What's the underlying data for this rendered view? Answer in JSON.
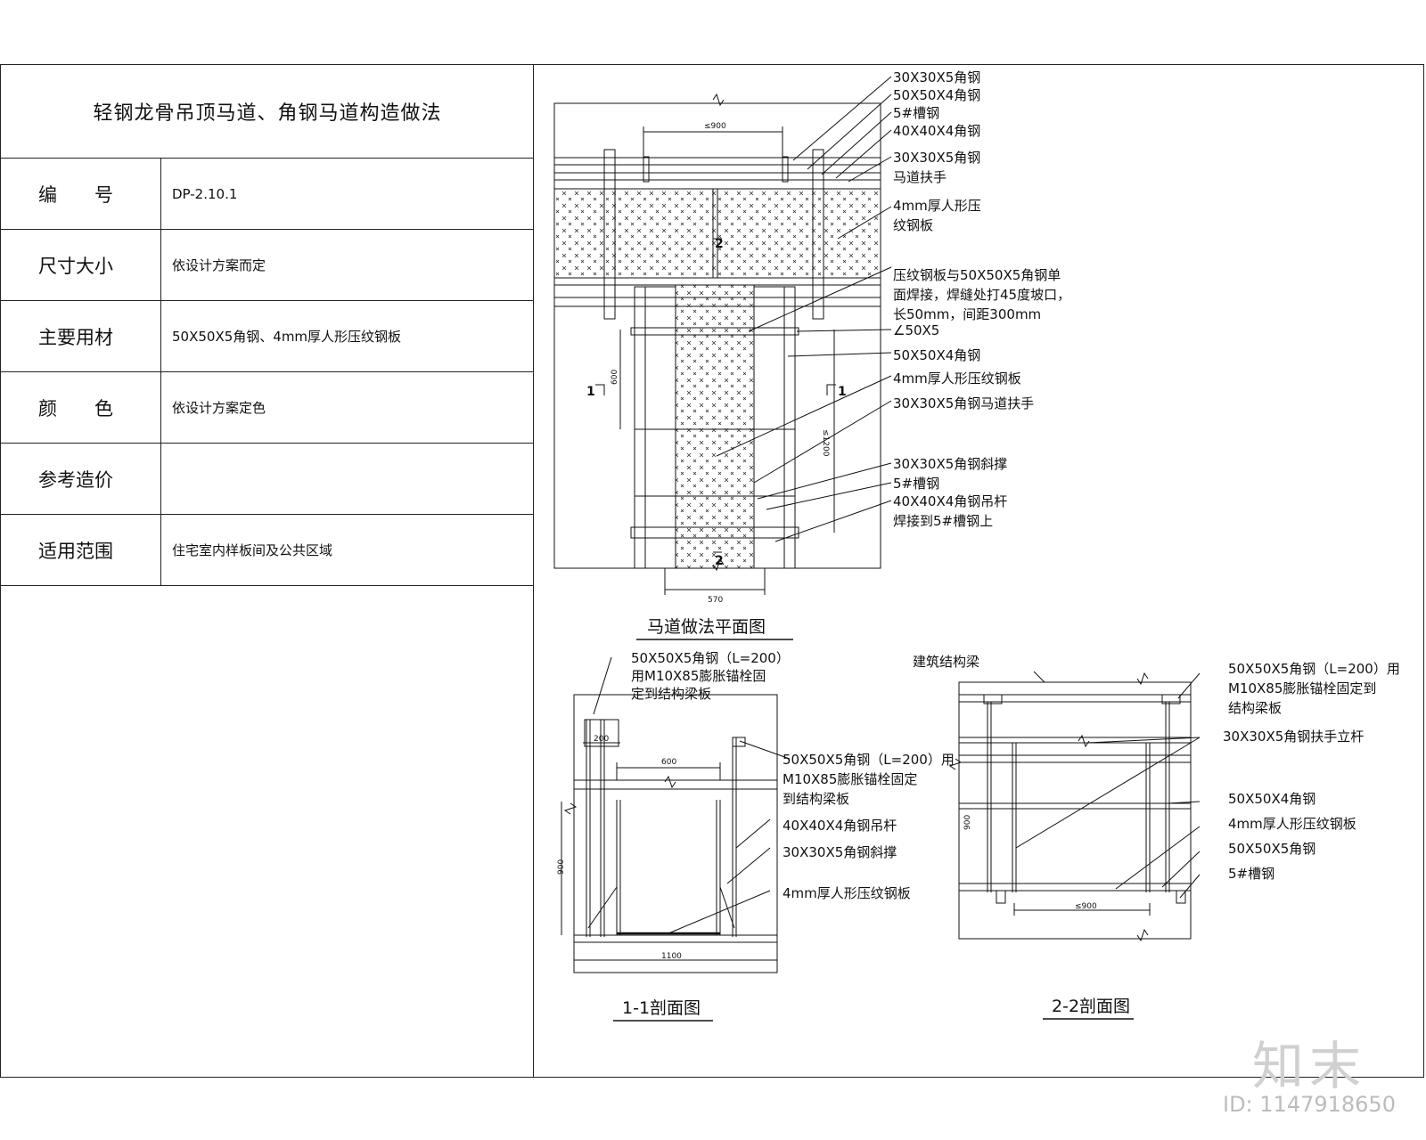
{
  "sheet": {
    "title": "轻钢龙骨吊顶马道、角钢马道构造做法",
    "rows": [
      {
        "label": "编　　号",
        "value": "DP-2.10.1"
      },
      {
        "label": "尺寸大小",
        "value": "依设计方案而定"
      },
      {
        "label": "主要用材",
        "value": "50X50X5角钢、4mm厚人形压纹钢板"
      },
      {
        "label": "颜　　色",
        "value": "依设计方案定色"
      },
      {
        "label": "参考造价",
        "value": ""
      },
      {
        "label": "适用范围",
        "value": "住宅室内样板间及公共区域"
      }
    ]
  },
  "plan": {
    "caption": "马道做法平面图",
    "dims": {
      "spacing": "≤900",
      "d600": "600",
      "d1200": "≤1200",
      "d570": "570"
    },
    "section_marks": {
      "s1": "1",
      "s2": "2"
    },
    "callouts": [
      "30X30X5角钢",
      "50X50X4角钢",
      "5#槽钢",
      "40X40X4角钢",
      "30X30X5角钢",
      "马道扶手",
      "4mm厚人形压",
      "纹钢板",
      "压纹钢板与50X50X5角钢单",
      "面焊接，焊缝处打45度坡口，",
      "长50mm，间距300mm",
      "∠50X5",
      "50X50X4角钢",
      "4mm厚人形压纹钢板",
      "30X30X5角钢马道扶手",
      "30X30X5角钢斜撑",
      "5#槽钢",
      "40X40X4角钢吊杆",
      "焊接到5#槽钢上"
    ]
  },
  "section1": {
    "caption": "1-1剖面图",
    "dims": {
      "d200": "200",
      "d600": "600",
      "d900": "900",
      "d1100": "1100"
    },
    "callouts": [
      "50X50X5角钢（L=200）",
      "用M10X85膨胀锚栓固",
      "定到结构梁板",
      "50X50X5角钢（L=200）用",
      "M10X85膨胀锚栓固定",
      "到结构梁板",
      "40X40X4角钢吊杆",
      "30X30X5角钢斜撑",
      "4mm厚人形压纹钢板"
    ]
  },
  "section2": {
    "caption": "2-2剖面图",
    "dims": {
      "d900": "900",
      "spacing": "≤900"
    },
    "callouts": [
      "建筑结构梁",
      "50X50X5角钢（L=200）用",
      "M10X85膨胀锚栓固定到",
      "结构梁板",
      "30X30X5角钢扶手立杆",
      "50X50X4角钢",
      "4mm厚人形压纹钢板",
      "50X50X5角钢",
      "5#槽钢"
    ]
  },
  "brand": "知末",
  "id_tag": "ID: 1147918650"
}
